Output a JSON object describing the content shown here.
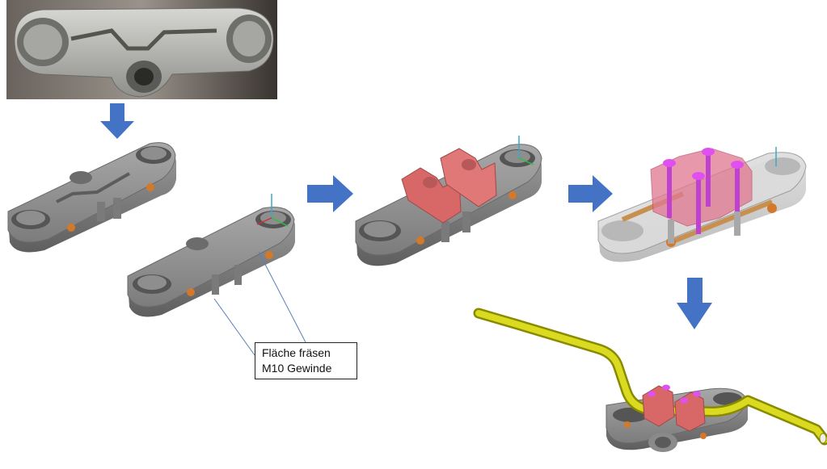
{
  "callout": {
    "line1": "Fläche fräsen",
    "line2": "M10 Gewinde"
  },
  "colors": {
    "arrow": "#4472c4",
    "part_gray": "#8c8c8c",
    "clamp_red": "#e07878",
    "bolt_magenta": "#d040e0",
    "bar_yellow": "#d8d800",
    "bushing_orange": "#d4782a"
  },
  "icons": [
    "arrow-down-icon",
    "arrow-right-icon",
    "leader-line"
  ]
}
